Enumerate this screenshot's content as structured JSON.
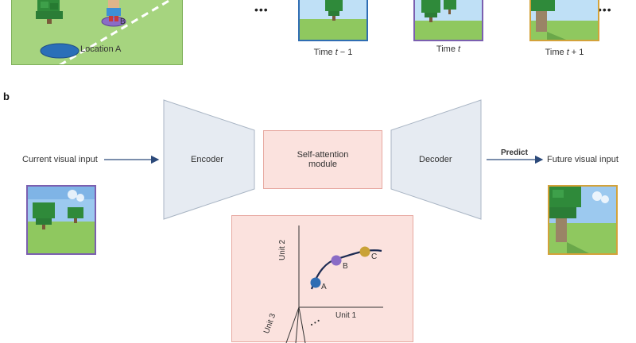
{
  "panel_a": {
    "dots_left": "•••",
    "dots_right": "•••",
    "marker_b_label": "B",
    "location_a_label": "Location A",
    "frames": [
      {
        "time_prefix": "Time ",
        "time_var": "t",
        "time_suffix": " − 1",
        "border_color": "#2f6db3"
      },
      {
        "time_prefix": "Time ",
        "time_var": "t",
        "time_suffix": "",
        "border_color": "#7b5fb0"
      },
      {
        "time_prefix": "Time ",
        "time_var": "t",
        "time_suffix": " + 1",
        "border_color": "#d3a23a"
      }
    ]
  },
  "panel_b": {
    "letter": "b",
    "input_label": "Current visual input",
    "encoder_label": "Encoder",
    "attention_label_line1": "Self-attention",
    "attention_label_line2": "module",
    "decoder_label": "Decoder",
    "predict_label": "Predict",
    "output_label": "Future visual input",
    "input_border_color": "#7b5fb0",
    "output_border_color": "#d3a23a",
    "latent_space": {
      "axis_y_label": "Unit 2",
      "axis_x_label": "Unit 1",
      "axis_z_label": "Unit 3",
      "axis_dots": "• • •",
      "points": [
        {
          "label": "A",
          "color": "#2f6db3"
        },
        {
          "label": "B",
          "color": "#8a6cc6"
        },
        {
          "label": "C",
          "color": "#c9a237"
        }
      ]
    }
  }
}
